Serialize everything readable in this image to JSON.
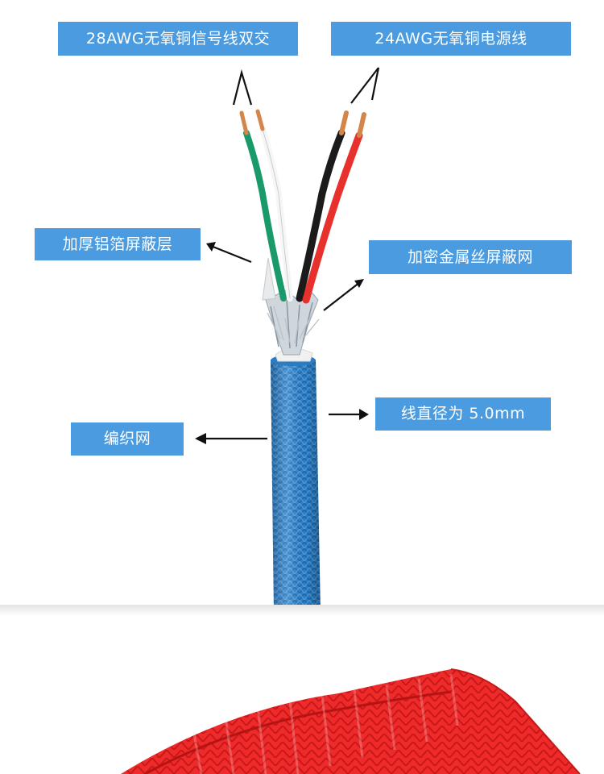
{
  "labels": {
    "signal_wire": "28AWG无氧铜信号线双交",
    "power_wire": "24AWG无氧铜电源线",
    "foil_shield": "加厚铝箔屏蔽层",
    "mesh_shield": "加密金属丝屏蔽网",
    "diameter": "线直径为 5.0mm",
    "braid": "编织网"
  },
  "colors": {
    "label_bg": "#4a9be0",
    "cable_blue": "#2f86d2",
    "coil_red": "#ef2a2a"
  }
}
